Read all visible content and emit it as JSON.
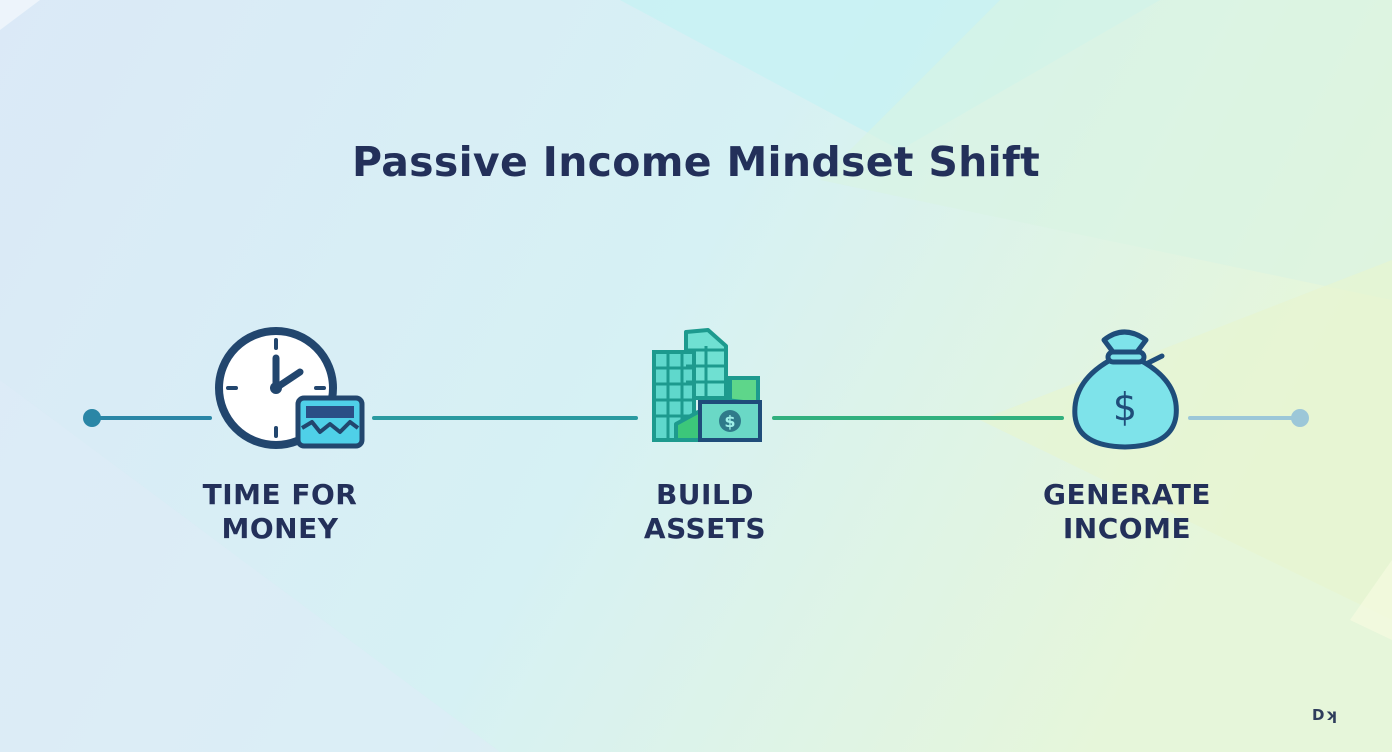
{
  "title": "Passive Income Mindset Shift",
  "steps": [
    {
      "icon": "clock-money-icon",
      "line1": "TIME FOR",
      "line2": "MONEY"
    },
    {
      "icon": "buildings-money-icon",
      "line1": "BUILD",
      "line2": "ASSETS"
    },
    {
      "icon": "money-bag-icon",
      "line1": "GENERATE",
      "line2": "INCOME"
    }
  ],
  "colors": {
    "title": "#23305a",
    "line_start": "#2a86a6",
    "line_mid": "#2fa88a",
    "line_end": "#9cc7d8",
    "icon_outline": "#1f4d7a",
    "icon_fill": "#5fd6e6"
  },
  "logo": "Dʞ"
}
